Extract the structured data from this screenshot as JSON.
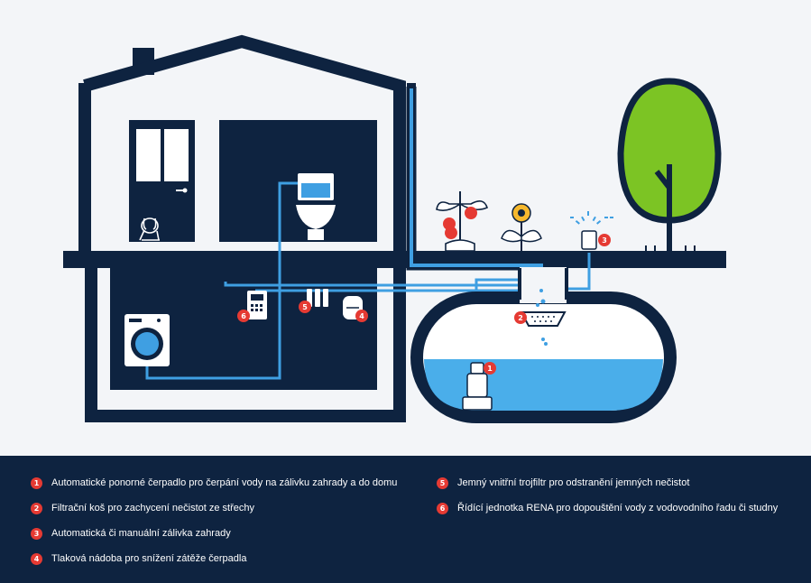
{
  "badges": [
    "1",
    "2",
    "3",
    "4",
    "5",
    "6"
  ],
  "legend": [
    {
      "num": "1",
      "text": "Automatické ponorné čerpadlo pro čerpání vody na zálivku zahrady a do domu"
    },
    {
      "num": "2",
      "text": "Filtrační koš pro zachycení nečistot ze střechy"
    },
    {
      "num": "3",
      "text": "Automatická či manuální zálivka zahrady"
    },
    {
      "num": "4",
      "text": "Tlaková nádoba pro snížení zátěže čerpadla"
    },
    {
      "num": "5",
      "text": "Jemný vnitřní trojfiltr pro odstranění jemných nečistot"
    },
    {
      "num": "6",
      "text": "Řídící jednotka RENA pro dopouštění vody z vodovodního řadu či studny"
    }
  ],
  "colors": {
    "navy": "#0e2340",
    "pipe_blue": "#3f9fe2",
    "water_blue": "#4aaeea",
    "badge_red": "#e53a33",
    "tree_green": "#7cc424",
    "background": "#f3f5f8"
  },
  "icons": [
    "house",
    "dog-icon",
    "toilet-icon",
    "washing-machine-icon",
    "control-unit-icon",
    "triple-filter-icon",
    "pressure-vessel-icon",
    "tomato-plant-icon",
    "sunflower-icon",
    "sprinkler-icon",
    "tree-icon",
    "submersible-pump-icon",
    "filter-basket-icon",
    "water-tank"
  ]
}
